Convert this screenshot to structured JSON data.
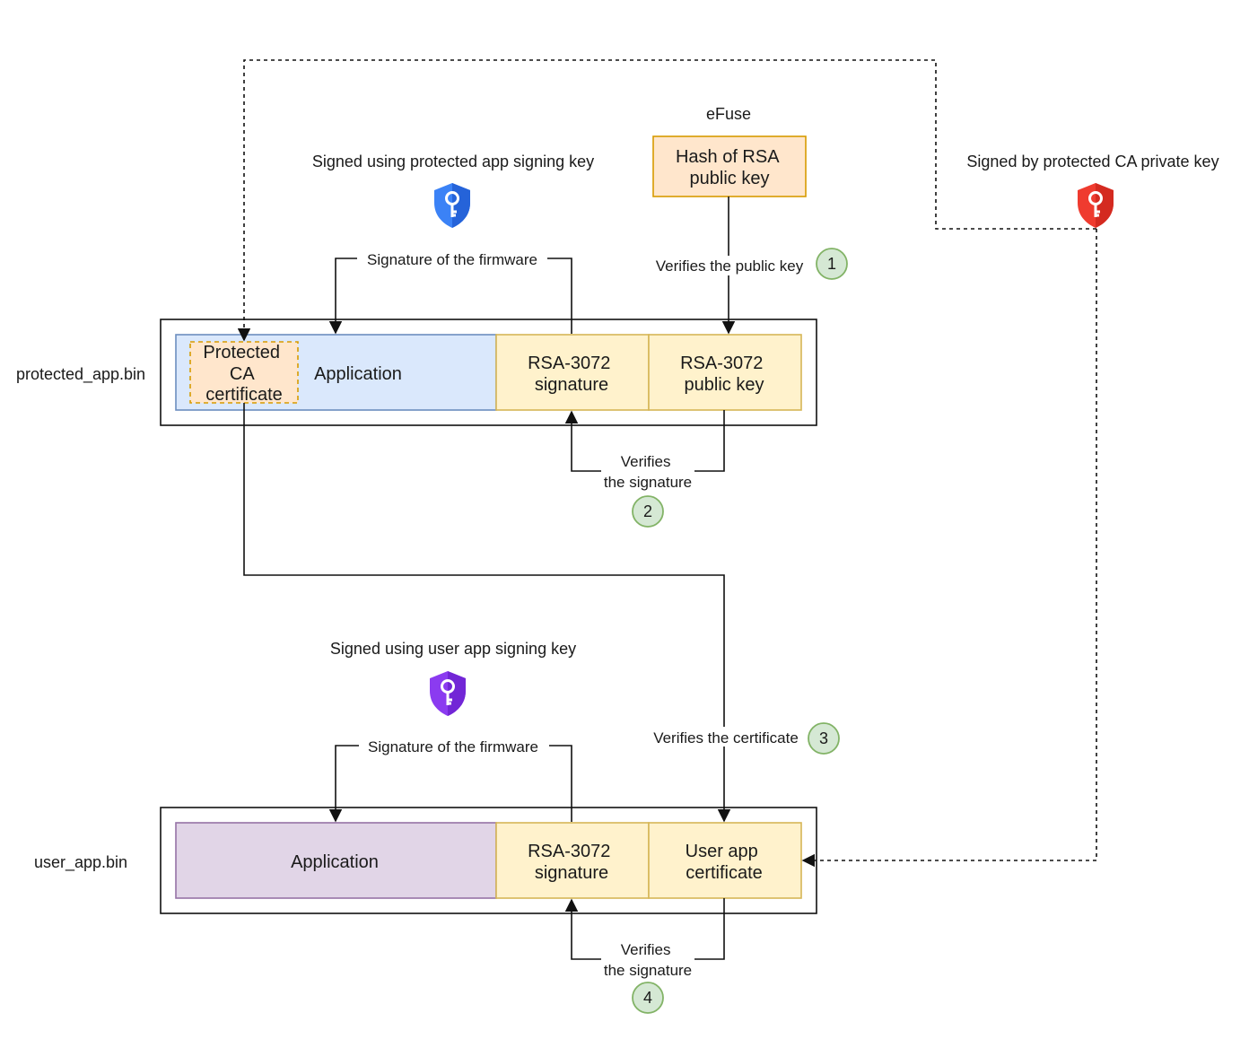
{
  "efuse": {
    "title": "eFuse",
    "hash_box": [
      "Hash of RSA",
      "public key"
    ]
  },
  "keys": {
    "protected_app": "Signed using protected app signing key",
    "protected_ca": "Signed by protected CA private key",
    "user_app": "Signed using user app signing key"
  },
  "protected_bin": {
    "label": "protected_app.bin",
    "ca_cert": [
      "Protected",
      "CA",
      "certificate"
    ],
    "application": "Application",
    "signature": [
      "RSA-3072",
      "signature"
    ],
    "public_key": [
      "RSA-3072",
      "public key"
    ]
  },
  "user_bin": {
    "label": "user_app.bin",
    "application": "Application",
    "signature": [
      "RSA-3072",
      "signature"
    ],
    "certificate": [
      "User app",
      "certificate"
    ]
  },
  "edges": {
    "sig_fw_top": "Signature of the firmware",
    "sig_fw_bottom": "Signature of the firmware",
    "verifies_pubkey": "Verifies the public key",
    "verifies_sig_top": [
      "Verifies",
      "the signature"
    ],
    "verifies_cert": "Verifies the certificate",
    "verifies_sig_bottom": [
      "Verifies",
      "the signature"
    ]
  },
  "steps": [
    "1",
    "2",
    "3",
    "4"
  ],
  "colors": {
    "app_protected_fill": "#dae8fc",
    "app_protected_stroke": "#6c8ebf",
    "yellow_fill": "#fff2cc",
    "yellow_stroke": "#d6b656",
    "orange_fill": "#ffe6cc",
    "orange_stroke": "#d79b00",
    "purple_fill": "#e1d5e7",
    "purple_stroke": "#9673a6",
    "step_fill": "#d5e8d4",
    "step_stroke": "#82b366",
    "shield_blue": "#3b82f6",
    "shield_red": "#ef3b2f",
    "shield_purple": "#8b3bf0"
  },
  "icons": [
    "blue-shield-key-icon",
    "red-shield-key-icon",
    "purple-shield-key-icon"
  ]
}
